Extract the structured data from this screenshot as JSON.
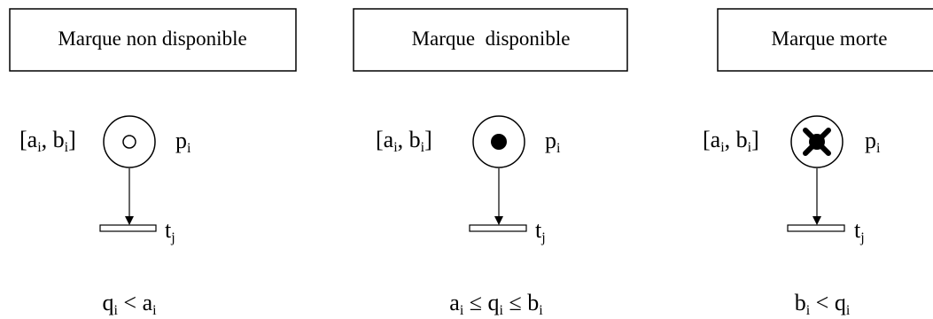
{
  "panels": [
    {
      "title": "Marque non disponible",
      "interval": {
        "open": "[",
        "a": "a",
        "sep": ", ",
        "b": "b",
        "close": "]",
        "sub": "i"
      },
      "place": {
        "p": "p",
        "sub": "i"
      },
      "transition": {
        "t": "t",
        "sub": "j"
      },
      "token": "hollow",
      "condition": {
        "left": "q",
        "op": "<",
        "right": "a",
        "sub": "i"
      }
    },
    {
      "title": "Marque  disponible",
      "interval": {
        "open": "[",
        "a": "a",
        "sep": ", ",
        "b": "b",
        "close": "]",
        "sub": "i"
      },
      "place": {
        "p": "p",
        "sub": "i"
      },
      "transition": {
        "t": "t",
        "sub": "j"
      },
      "token": "filled",
      "condition": {
        "a": "a",
        "op1": "≤",
        "q": "q",
        "op2": "≤",
        "b": "b",
        "sub": "i"
      }
    },
    {
      "title": "Marque morte",
      "interval": {
        "open": "[",
        "a": "a",
        "sep": ", ",
        "b": "b",
        "close": "]",
        "sub": "i"
      },
      "place": {
        "p": "p",
        "sub": "i"
      },
      "transition": {
        "t": "t",
        "sub": "j"
      },
      "token": "crossed",
      "condition": {
        "left": "b",
        "op": "<",
        "right": "q",
        "sub": "i"
      }
    }
  ]
}
